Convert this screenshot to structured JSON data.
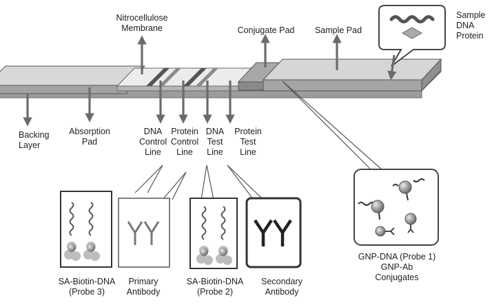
{
  "labels": {
    "nitrocellulose": "Nitrocellulose\nMembrane",
    "conjugate_pad": "Conjugate Pad",
    "sample_pad": "Sample Pad",
    "sample_bubble": "Sample\nDNA\nProtein",
    "backing_layer": "Backing\nLayer",
    "absorption_pad": "Absorption\nPad",
    "dna_control_line": "DNA\nControl\nLine",
    "protein_control_line": "Protein\nControl\nLine",
    "dna_test_line": "DNA\nTest\nLine",
    "protein_test_line": "Protein\nTest\nLine",
    "probe3": "SA-Biotin-DNA\n(Probe 3)",
    "primary_antibody": "Primary\nAntibody",
    "probe2": "SA-Biotin-DNA\n(Probe 2)",
    "secondary_antibody": "Secondary\nAntibody",
    "conjugates": "GNP-DNA (Probe 1)\nGNP-Ab\nConjugates"
  },
  "colors": {
    "arrow": "#6b6b6b",
    "strip_top": "#d4d4d4",
    "strip_side": "#9a9a9a",
    "line_dark": "#5a5a5a",
    "line_mid": "#8c8c8c"
  },
  "icons": {
    "antibody_glyph": "Y"
  }
}
